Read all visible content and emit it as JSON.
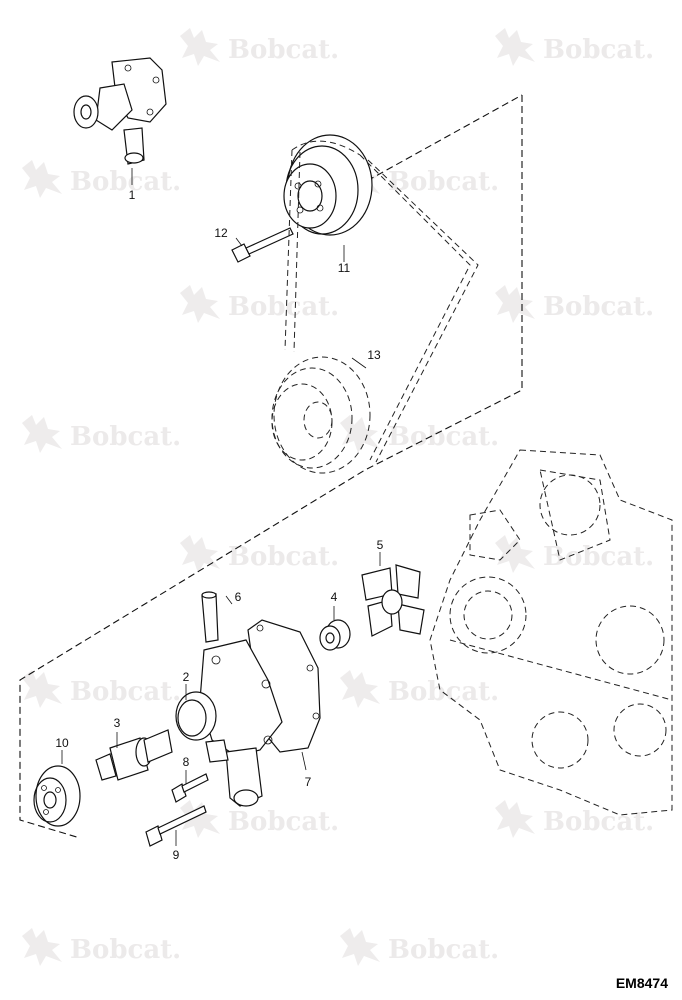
{
  "watermark": {
    "text": "Bobcat."
  },
  "drawing_id": "EM8474",
  "callouts": [
    {
      "id": "callout-1",
      "text": "1"
    },
    {
      "id": "callout-2",
      "text": "2"
    },
    {
      "id": "callout-3",
      "text": "3"
    },
    {
      "id": "callout-4",
      "text": "4"
    },
    {
      "id": "callout-5",
      "text": "5"
    },
    {
      "id": "callout-6",
      "text": "6"
    },
    {
      "id": "callout-7",
      "text": "7"
    },
    {
      "id": "callout-8",
      "text": "8"
    },
    {
      "id": "callout-9",
      "text": "9"
    },
    {
      "id": "callout-10",
      "text": "10"
    },
    {
      "id": "callout-11",
      "text": "11"
    },
    {
      "id": "callout-12",
      "text": "12"
    },
    {
      "id": "callout-13",
      "text": "13"
    }
  ]
}
